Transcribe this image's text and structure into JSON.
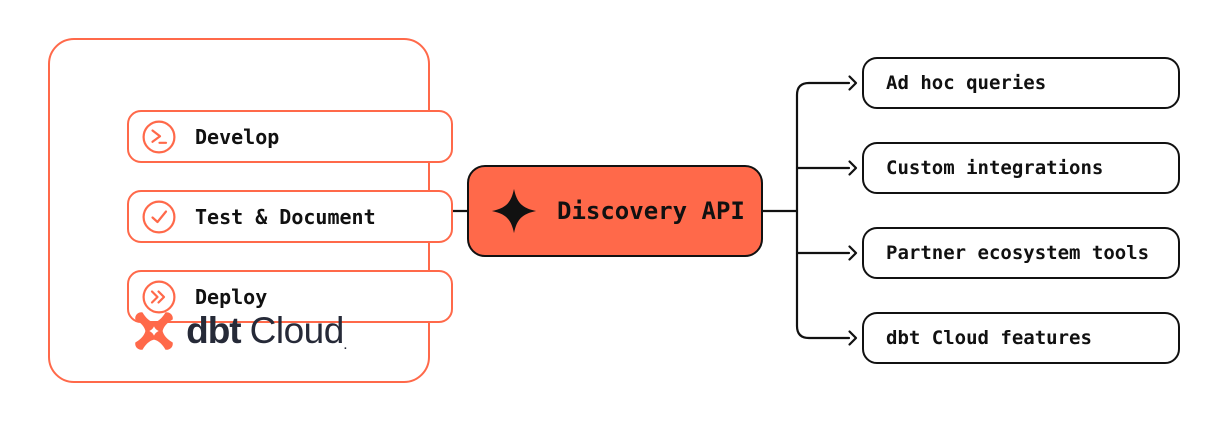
{
  "colors": {
    "accent_orange": "#FF694A",
    "line_black": "#111111",
    "logo_navy": "#262A38",
    "background": "#FFFFFF"
  },
  "left_panel": {
    "items": [
      {
        "label": "Develop",
        "icon": "terminal-icon"
      },
      {
        "label": "Test & Document",
        "icon": "check-icon"
      },
      {
        "label": "Deploy",
        "icon": "deploy-arrows-icon"
      }
    ],
    "logo": {
      "brand_bold": "dbt",
      "brand_regular": "Cloud",
      "trademark": "."
    }
  },
  "center_node": {
    "label": "Discovery API",
    "icon": "sparkle-icon"
  },
  "outputs": [
    {
      "label": "Ad hoc queries"
    },
    {
      "label": "Custom integrations"
    },
    {
      "label": "Partner ecosystem tools"
    },
    {
      "label": "dbt Cloud features"
    }
  ]
}
